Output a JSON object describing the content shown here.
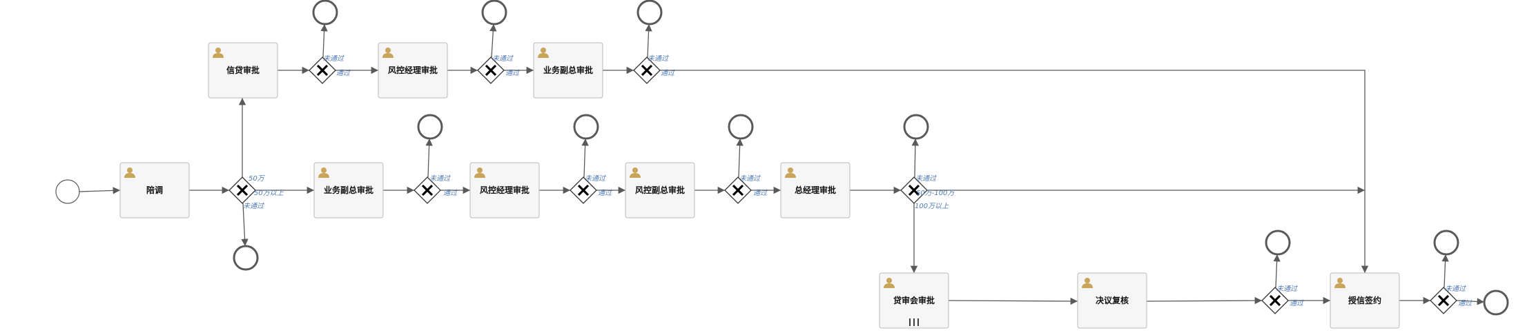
{
  "tasks": [
    {
      "id": "t_peidiao",
      "label": "陪调"
    },
    {
      "id": "t_xindai",
      "label": "信贷审批"
    },
    {
      "id": "t_fk1",
      "label": "风控经理审批"
    },
    {
      "id": "t_yw1",
      "label": "业务副总审批"
    },
    {
      "id": "t_yw2",
      "label": "业务副总审批"
    },
    {
      "id": "t_fk2",
      "label": "风控经理审批"
    },
    {
      "id": "t_fkfz",
      "label": "风控副总审批"
    },
    {
      "id": "t_zjl",
      "label": "总经理审批"
    },
    {
      "id": "t_dsh",
      "label": "贷审会审批",
      "multi_instance": true
    },
    {
      "id": "t_jyfh",
      "label": "决议复核"
    },
    {
      "id": "t_sxqy",
      "label": "授信签约"
    }
  ],
  "flow_labels": {
    "lt50": "50万",
    "ge50": "50万以上",
    "not_pass": "未通过",
    "pass": "通过",
    "range50_100": "50万-100万",
    "ge100": "100万以上"
  },
  "colors": {
    "line": "#595959",
    "task_fill": "#f6f6f6",
    "task_border": "#b8b8b8",
    "user_icon": "#c9a55a",
    "label": "#4f79b8"
  },
  "icons": {
    "user": "user-icon",
    "exclusive_gateway": "x-gateway-icon",
    "multi_instance": "parallel-multi-instance-icon"
  }
}
